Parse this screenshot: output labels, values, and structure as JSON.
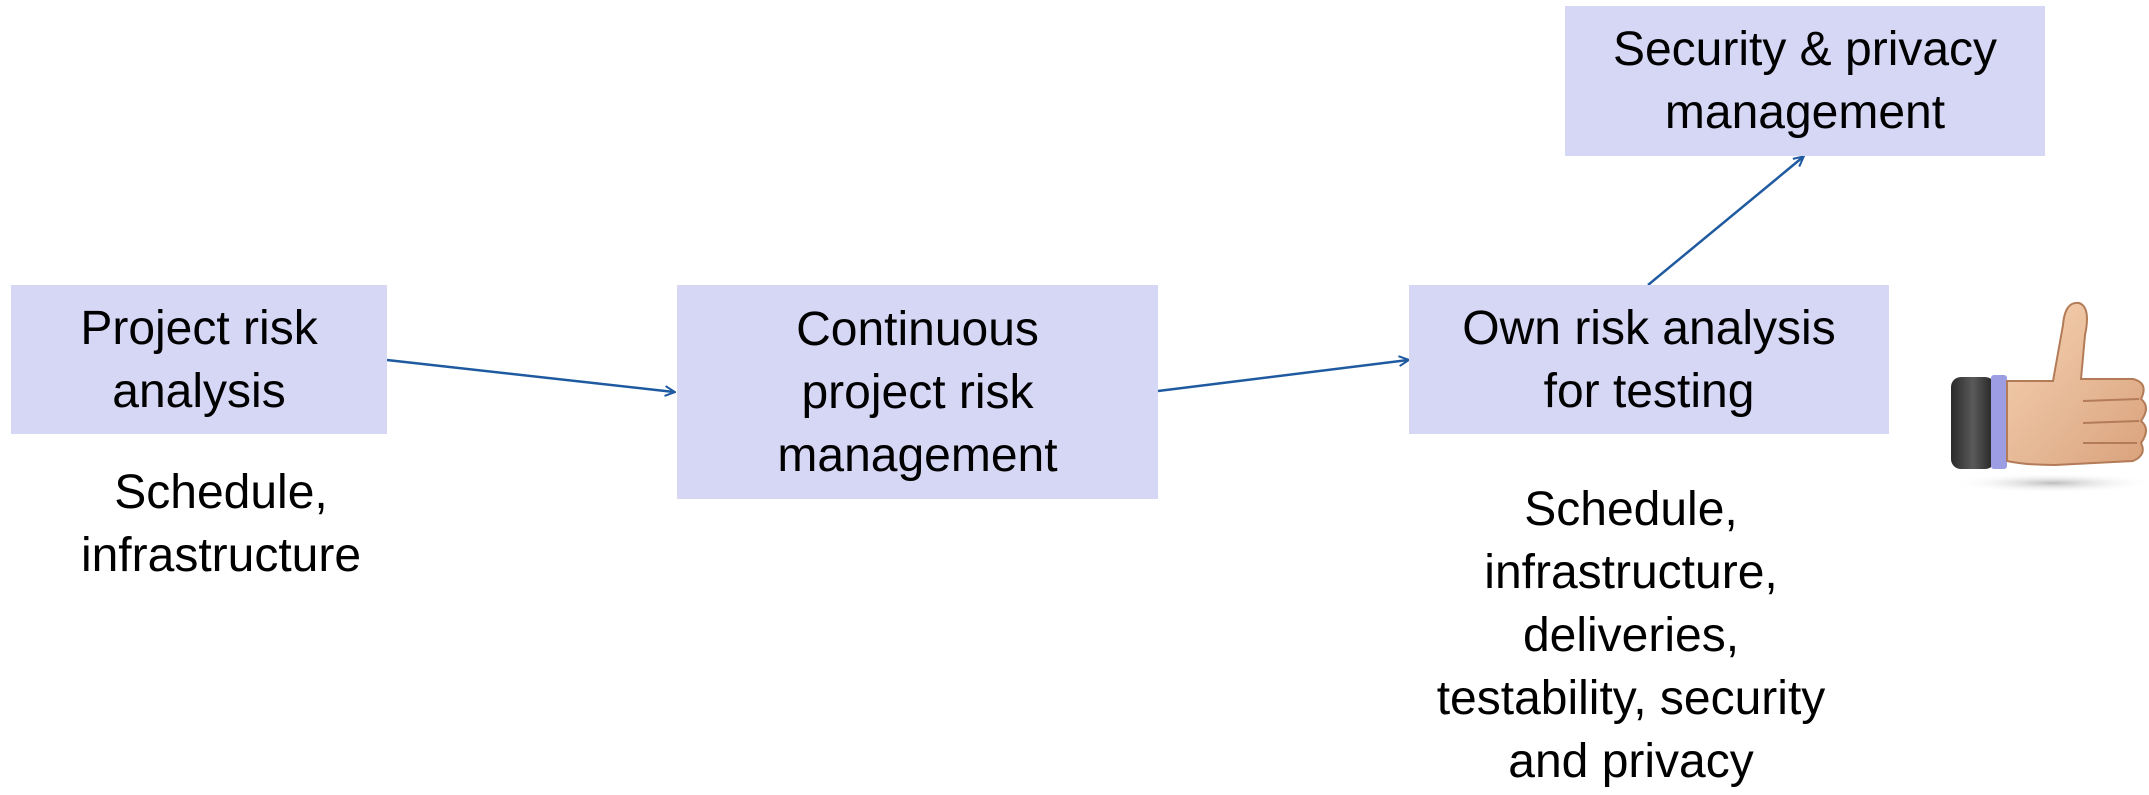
{
  "boxes": {
    "project_risk_analysis": {
      "line1": "Project risk",
      "line2": "analysis"
    },
    "continuous_management": {
      "line1": "Continuous",
      "line2": "project risk",
      "line3": "management"
    },
    "own_risk_analysis": {
      "line1": "Own risk analysis",
      "line2": "for testing"
    },
    "security_privacy": {
      "line1": "Security & privacy",
      "line2": "management"
    }
  },
  "notes": {
    "left": {
      "line1": "Schedule,",
      "line2": "infrastructure"
    },
    "right": {
      "line1": "Schedule,",
      "line2": "infrastructure,",
      "line3": "deliveries,",
      "line4": "testability, security",
      "line5": "and privacy"
    }
  },
  "colors": {
    "box_fill": "#d6d6f5",
    "arrow": "#1f5aa0",
    "text": "#000000"
  },
  "icons": {
    "approval": "thumbs-up-icon"
  }
}
